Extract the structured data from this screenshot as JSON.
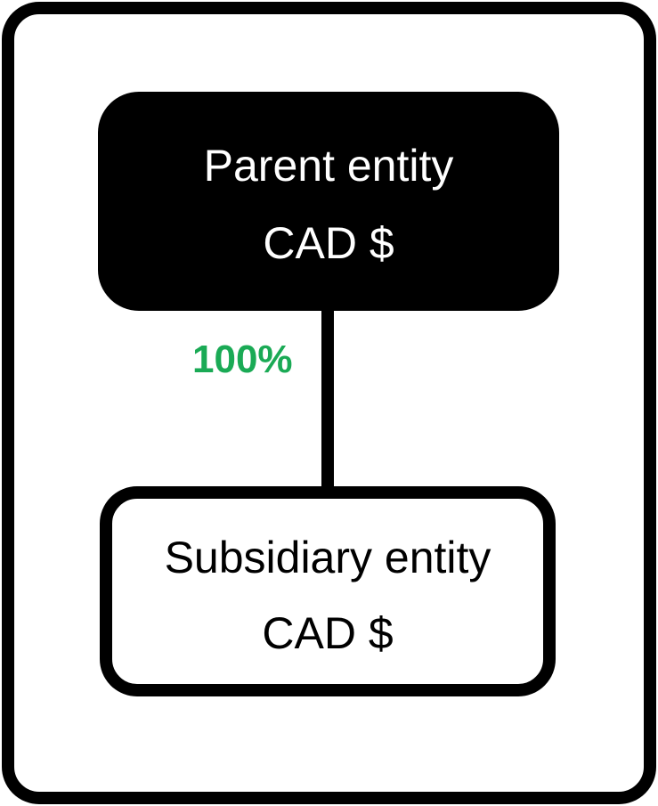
{
  "diagram": {
    "parent": {
      "name": "Parent entity",
      "currency": "CAD $"
    },
    "link": {
      "ownership": "100%",
      "color": "#1aaa55"
    },
    "subsidiary": {
      "name": "Subsidiary entity",
      "currency": "CAD $"
    }
  }
}
